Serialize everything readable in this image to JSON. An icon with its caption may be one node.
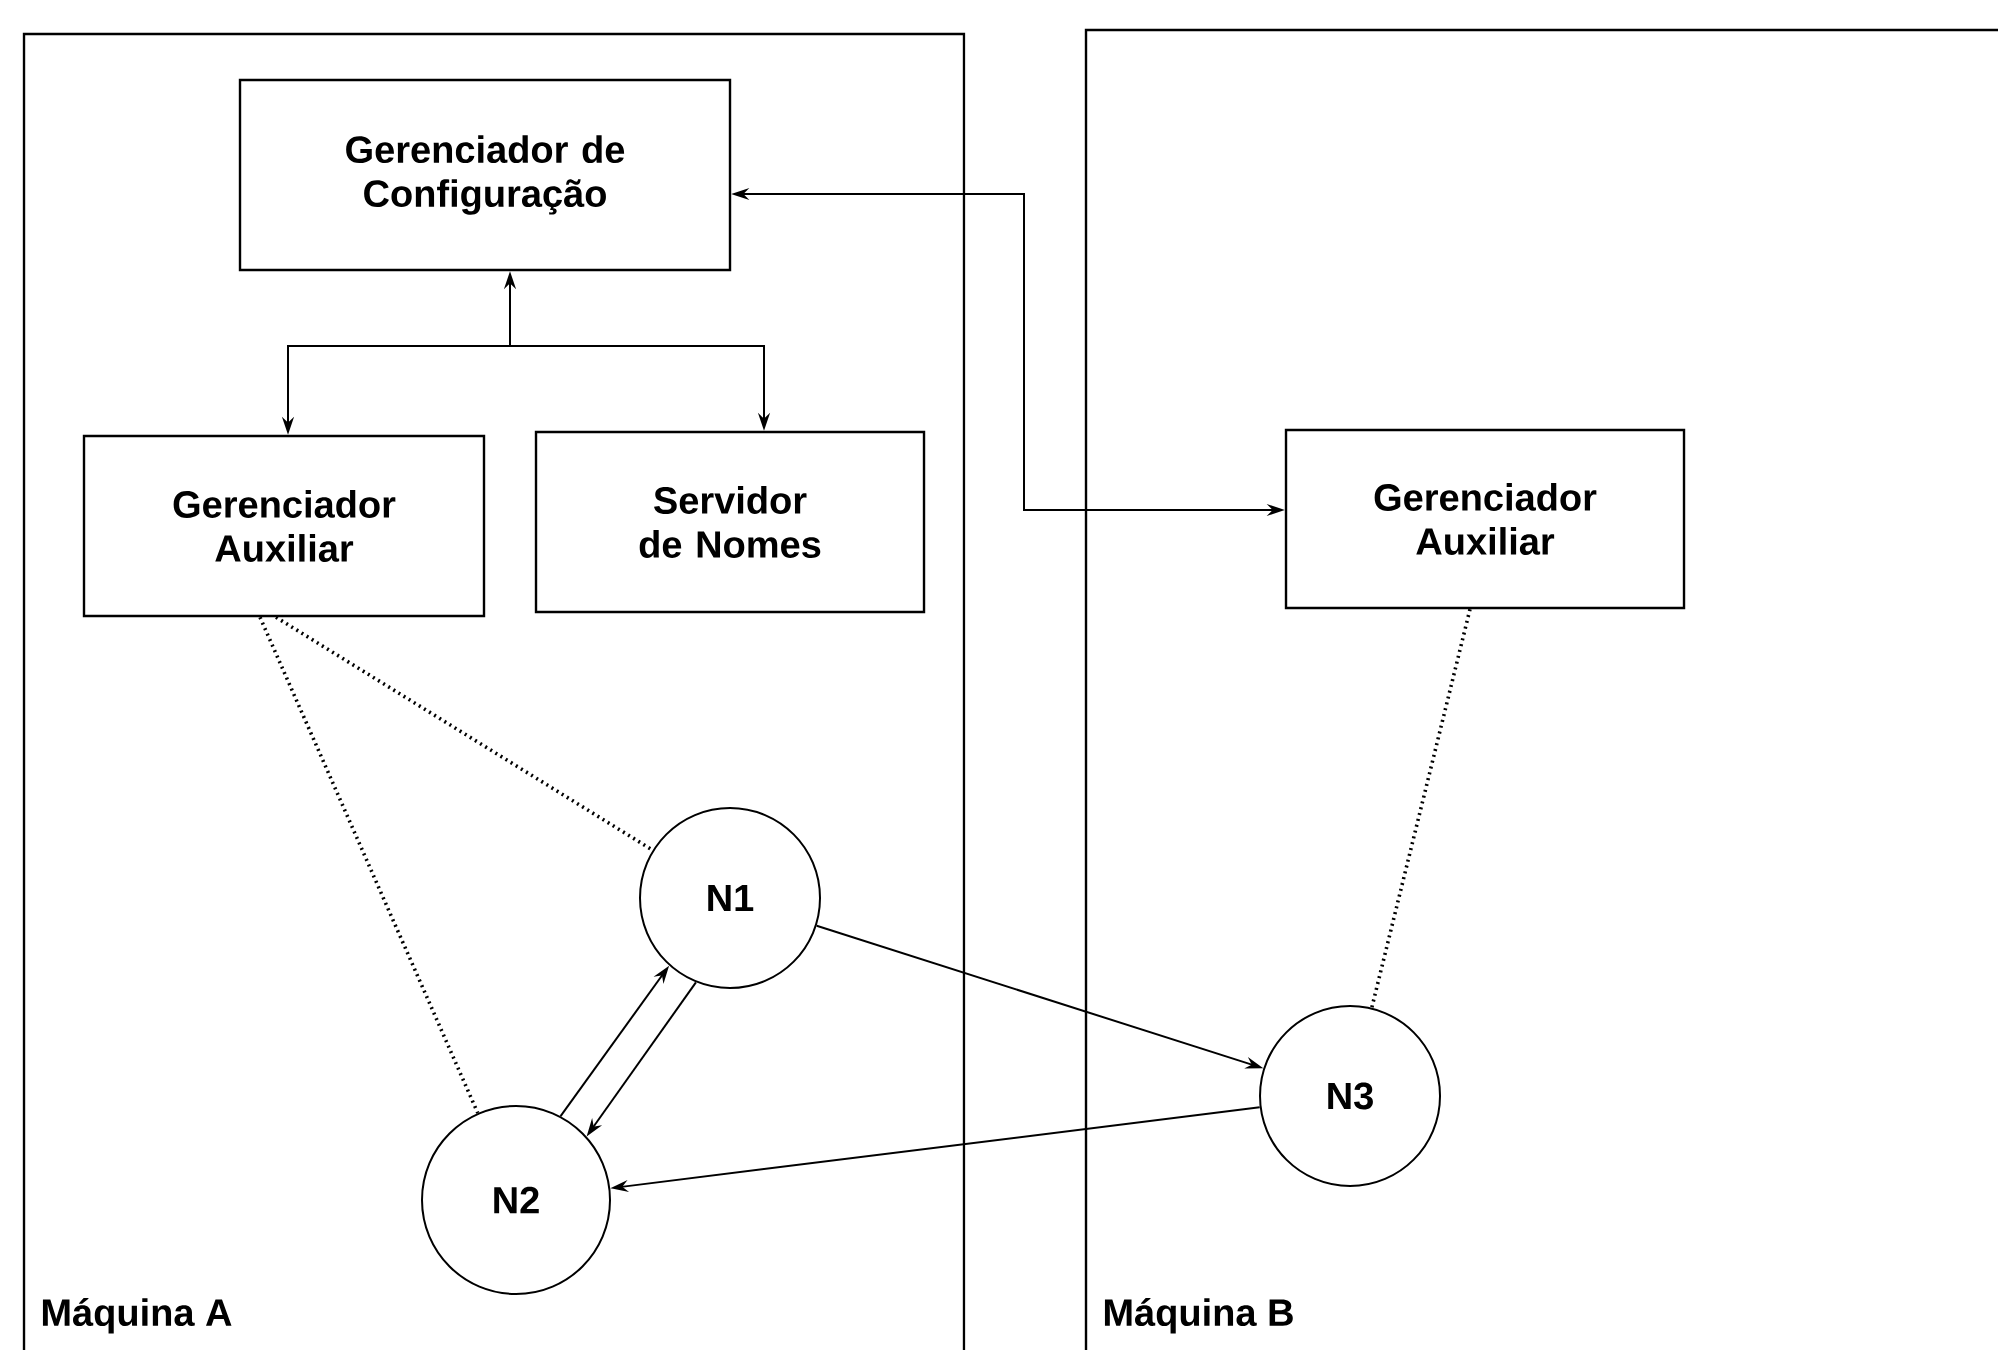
{
  "diagram": {
    "nodes": [
      {
        "text": [
          "Máquina A"
        ]
      },
      {
        "text": [
          "Gerenciador de Configuração"
        ],
        "in": 0
      },
      {
        "text": [
          "Gerenciador Auxiliar"
        ],
        "in": 0
      },
      {
        "text": [
          "Servidor de Nomes"
        ],
        "in": 0
      },
      {
        "text": [
          "N1"
        ],
        "in": 0
      },
      {
        "text": [
          "N2"
        ],
        "in": 0
      },
      {
        "text": [
          "Máquina B"
        ]
      },
      {
        "text": [
          "Gerenciador Auxiliar"
        ],
        "in": 6
      },
      {
        "text": [
          "N3"
        ],
        "in": 6
      }
    ],
    "edges": [
      {
        "from": 1,
        "to": 2,
        "arrow": "both"
      },
      {
        "from": 1,
        "to": 3,
        "arrow": "both"
      },
      {
        "from": 1,
        "to": 7,
        "arrow": "both"
      },
      {
        "from": 2,
        "to": 4,
        "arrow": "none",
        "style": "dashed"
      },
      {
        "from": 2,
        "to": 5,
        "arrow": "none",
        "style": "dashed"
      },
      {
        "from": 7,
        "to": 8,
        "arrow": "none",
        "style": "dashed"
      },
      {
        "from": 5,
        "to": 4,
        "arrow": "to"
      },
      {
        "from": 4,
        "to": 5,
        "arrow": "to"
      },
      {
        "from": 4,
        "to": 8,
        "arrow": "to"
      },
      {
        "from": 8,
        "to": 5,
        "arrow": "to"
      }
    ]
  }
}
